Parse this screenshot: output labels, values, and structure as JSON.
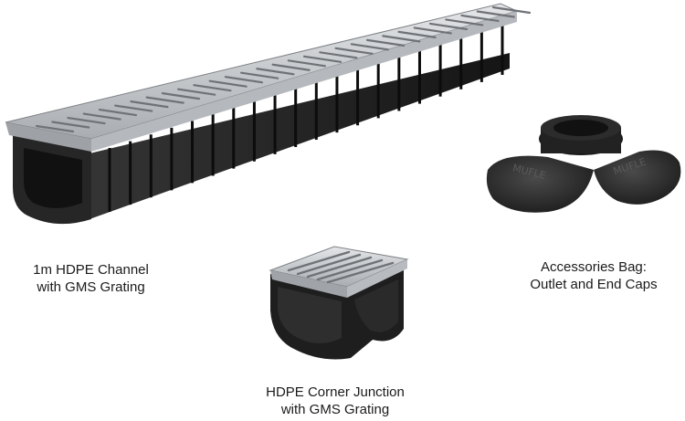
{
  "products": {
    "channel": {
      "line1": "1m HDPE Channel",
      "line2": "with GMS Grating"
    },
    "corner": {
      "line1": "HDPE Corner Junction",
      "line2": "with GMS Grating"
    },
    "accessories": {
      "line1": "Accessories Bag:",
      "line2": "Outlet and End Caps",
      "cap_logo": "MUFLE"
    }
  },
  "colors": {
    "plastic": "#1c1c1c",
    "plastic_light": "#3a3a3a",
    "grating": "#c9ccd0",
    "grating_dark": "#8e9296",
    "background": "#ffffff"
  }
}
